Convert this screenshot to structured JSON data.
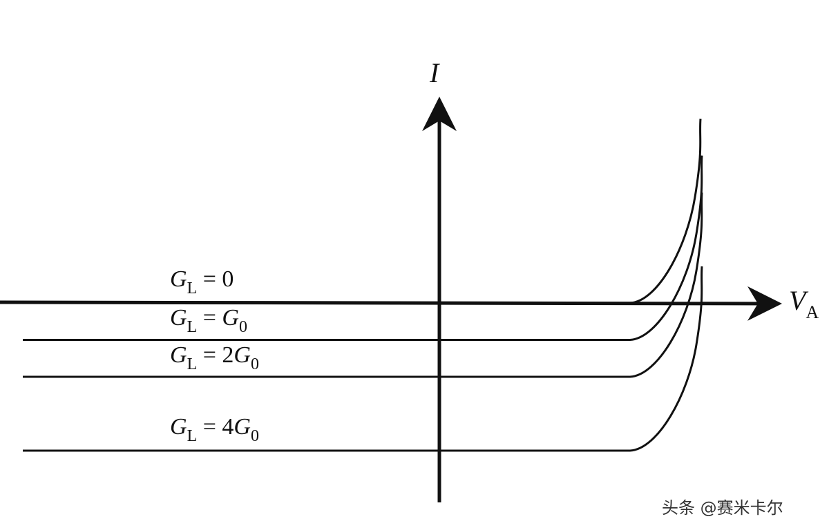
{
  "axes": {
    "y_label": "I",
    "x_label_main": "V",
    "x_label_sub": "A"
  },
  "curves": [
    {
      "label_main": "G",
      "label_sub": "L",
      "label_rhs": " = 0",
      "label_rhs_g": "",
      "label_rhs_sub": "",
      "offset": 0
    },
    {
      "label_main": "G",
      "label_sub": "L",
      "label_rhs": " = ",
      "label_rhs_g": "G",
      "label_rhs_sub": "0",
      "offset": 1
    },
    {
      "label_main": "G",
      "label_sub": "L",
      "label_rhs": " = 2",
      "label_rhs_g": "G",
      "label_rhs_sub": "0",
      "offset": 2
    },
    {
      "label_main": "G",
      "label_sub": "L",
      "label_rhs": " = 4",
      "label_rhs_g": "G",
      "label_rhs_sub": "0",
      "offset": 4
    }
  ],
  "watermark": "头条 @赛米卡尔",
  "colors": {
    "ink": "#111111",
    "background": "#ffffff"
  }
}
